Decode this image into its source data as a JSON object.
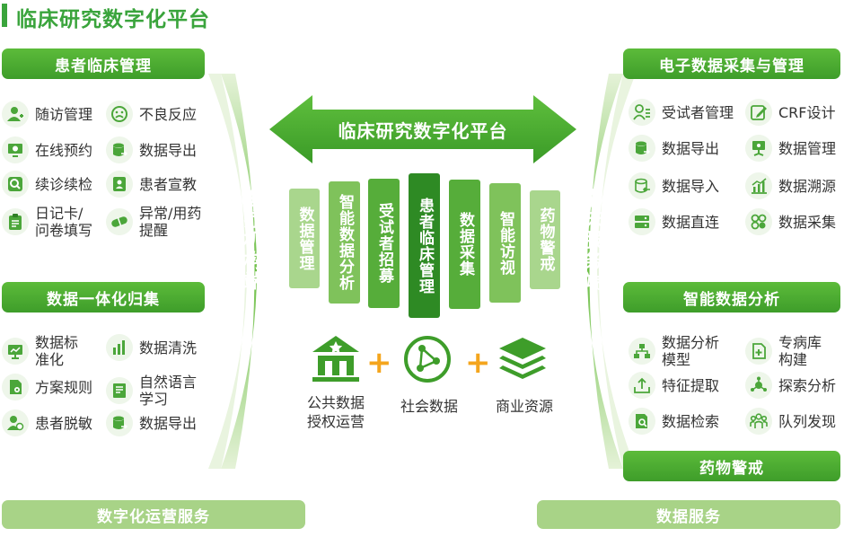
{
  "title": "临床研究数字化平台",
  "left": {
    "header1": "患者临床管理",
    "items1": [
      {
        "label": "随访管理",
        "icon": "user-plus-icon"
      },
      {
        "label": "不良反应",
        "icon": "sad-face-icon"
      },
      {
        "label": "在线预约",
        "icon": "monitor-clock-icon"
      },
      {
        "label": "数据导出",
        "icon": "database-export-icon"
      },
      {
        "label": "续诊续检",
        "icon": "search-icon"
      },
      {
        "label": "患者宣教",
        "icon": "contact-card-icon"
      },
      {
        "label": "日记卡/\n问卷填写",
        "icon": "clipboard-icon"
      },
      {
        "label": "异常/用药\n提醒",
        "icon": "pill-alert-icon"
      }
    ],
    "header2": "数据一体化归集",
    "items2": [
      {
        "label": "数据标\n准化",
        "icon": "chart-board-icon"
      },
      {
        "label": "数据清洗",
        "icon": "bar-chart-icon"
      },
      {
        "label": "方案规则",
        "icon": "document-settings-icon"
      },
      {
        "label": "自然语言\n学习",
        "icon": "book-icon"
      },
      {
        "label": "患者脱敏",
        "icon": "user-shield-icon"
      },
      {
        "label": "数据导出",
        "icon": "database-export-icon"
      }
    ],
    "arc_label": "医疗机构端",
    "footer": "数字化运营服务"
  },
  "right": {
    "header1": "电子数据采集与管理",
    "items1": [
      {
        "label": "受试者管理",
        "icon": "user-list-icon"
      },
      {
        "label": "CRF设计",
        "icon": "edit-icon"
      },
      {
        "label": "数据导出",
        "icon": "database-export-icon"
      },
      {
        "label": "数据管理",
        "icon": "monitor-settings-icon"
      },
      {
        "label": "数据导入",
        "icon": "database-import-icon"
      },
      {
        "label": "数据溯源",
        "icon": "trend-icon"
      },
      {
        "label": "数据直连",
        "icon": "server-icon"
      },
      {
        "label": "数据采集",
        "icon": "collect-icon"
      }
    ],
    "header2": "智能数据分析",
    "items2": [
      {
        "label": "数据分析\n模型",
        "icon": "hierarchy-icon"
      },
      {
        "label": "专病库\n构建",
        "icon": "document-plus-icon"
      },
      {
        "label": "特征提取",
        "icon": "upload-tray-icon"
      },
      {
        "label": "探索分析",
        "icon": "network-icon"
      },
      {
        "label": "数据检索",
        "icon": "document-search-icon"
      },
      {
        "label": "队列发现",
        "icon": "group-icon"
      }
    ],
    "header3": "药物警戒",
    "arc_label": "临床服务端",
    "footer": "数据服务"
  },
  "center": {
    "arrow_label": "临床研究数字化平台",
    "columns": [
      "数据管理",
      "智能数据分析",
      "受试者招募",
      "患者临床管理",
      "数据采集",
      "智能访视",
      "药物警戒"
    ],
    "resources": [
      {
        "label": "公共数据\n授权运营",
        "icon": "public-building-icon"
      },
      {
        "label": "社会数据",
        "icon": "globe-network-icon"
      },
      {
        "label": "商业资源",
        "icon": "layers-icon"
      }
    ],
    "plus": "+"
  },
  "colors": {
    "accent": "#3aa43c",
    "light": "#a8d387"
  }
}
